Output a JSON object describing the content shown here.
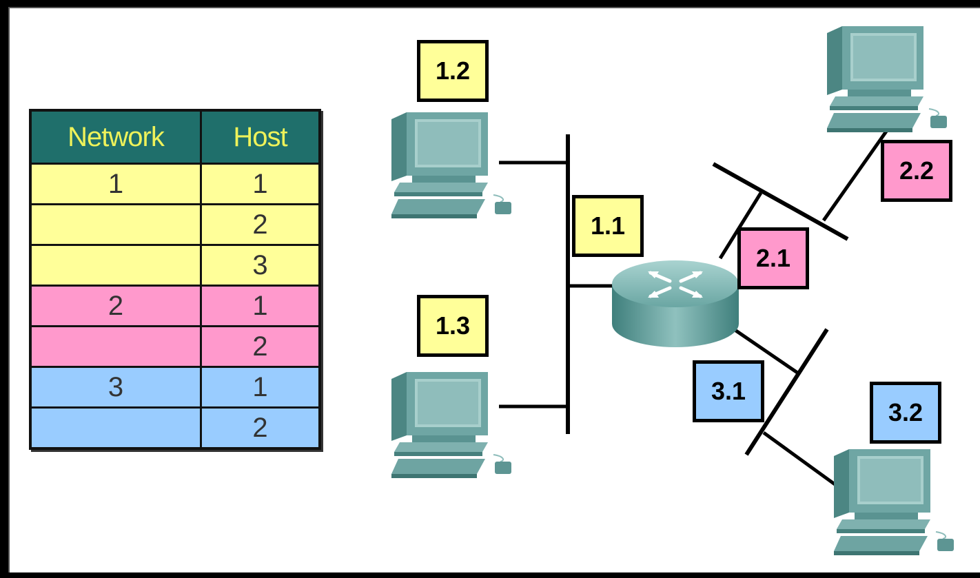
{
  "table": {
    "headers": [
      "Network",
      "Host"
    ],
    "rows": [
      {
        "network": "1",
        "host": "1"
      },
      {
        "network": "",
        "host": "2"
      },
      {
        "network": "",
        "host": "3"
      },
      {
        "network": "2",
        "host": "1"
      },
      {
        "network": "",
        "host": "2"
      },
      {
        "network": "3",
        "host": "1"
      },
      {
        "network": "",
        "host": "2"
      }
    ]
  },
  "labels": {
    "pc_top_left": "1.2",
    "pc_bottom_left": "1.3",
    "router_if1": "1.1",
    "router_if2": "2.1",
    "router_if3": "3.1",
    "pc_top_right": "2.2",
    "pc_bottom_right": "3.2"
  },
  "colors": {
    "network1": "#ffff99",
    "network2": "#ff99cc",
    "network3": "#99ccff",
    "header": "#1f6f6b",
    "header_text": "#eef25a",
    "device": "#5f9a98"
  },
  "icons": {
    "computers": "desktop-computer-icon",
    "router": "router-icon"
  }
}
